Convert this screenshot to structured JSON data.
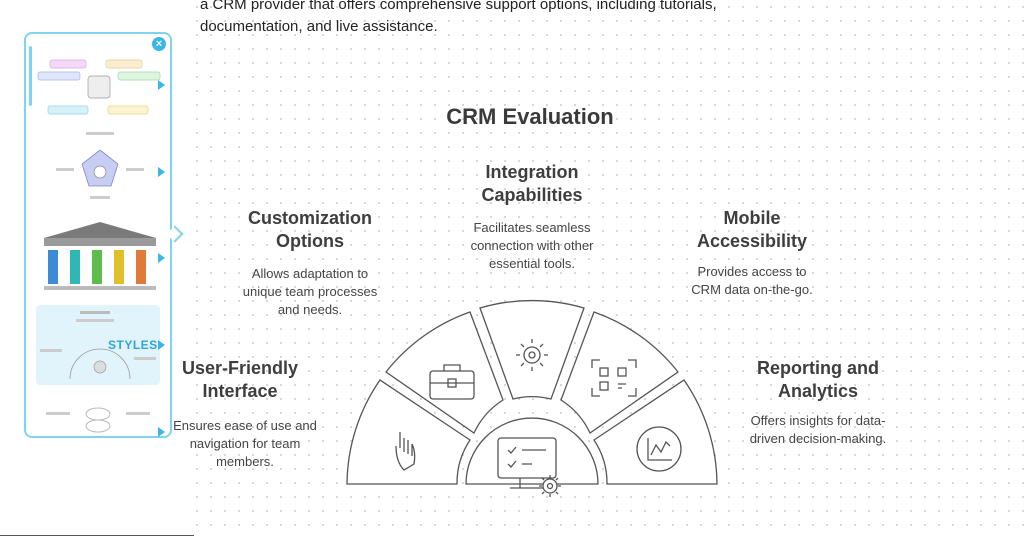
{
  "intro": {
    "line1": "a CRM provider that offers comprehensive support options, including tutorials,",
    "line2": "documentation, and live assistance."
  },
  "diagram": {
    "title": "CRM Evaluation",
    "segments": [
      {
        "heading_l1": "User-Friendly",
        "heading_l2": "Interface",
        "desc_l1": "Ensures ease of use and",
        "desc_l2": "navigation for team",
        "desc_l3": "members.",
        "icon": "hand-pointer-icon"
      },
      {
        "heading_l1": "Customization",
        "heading_l2": "Options",
        "desc_l1": "Allows adaptation to",
        "desc_l2": "unique team processes",
        "desc_l3": "and needs.",
        "icon": "briefcase-icon"
      },
      {
        "heading_l1": "Integration",
        "heading_l2": "Capabilities",
        "desc_l1": "Facilitates seamless",
        "desc_l2": "connection with other",
        "desc_l3": "essential tools.",
        "icon": "sun-icon"
      },
      {
        "heading_l1": "Mobile",
        "heading_l2": "Accessibility",
        "desc_l1": "Provides access to",
        "desc_l2": "CRM data on-the-go.",
        "desc_l3": "",
        "icon": "qr-scan-icon"
      },
      {
        "heading_l1": "Reporting and",
        "heading_l2": "Analytics",
        "desc_l1": "Offers insights for data-",
        "desc_l2": "driven decision-making.",
        "desc_l3": "",
        "icon": "line-chart-icon"
      }
    ],
    "center_icon": "monitor-checklist-gear-icon"
  },
  "style_panel": {
    "styles_label": "STYLES",
    "close_icon": "close-icon",
    "accent": "#3bb7e6",
    "border": "#7dd3f0"
  }
}
